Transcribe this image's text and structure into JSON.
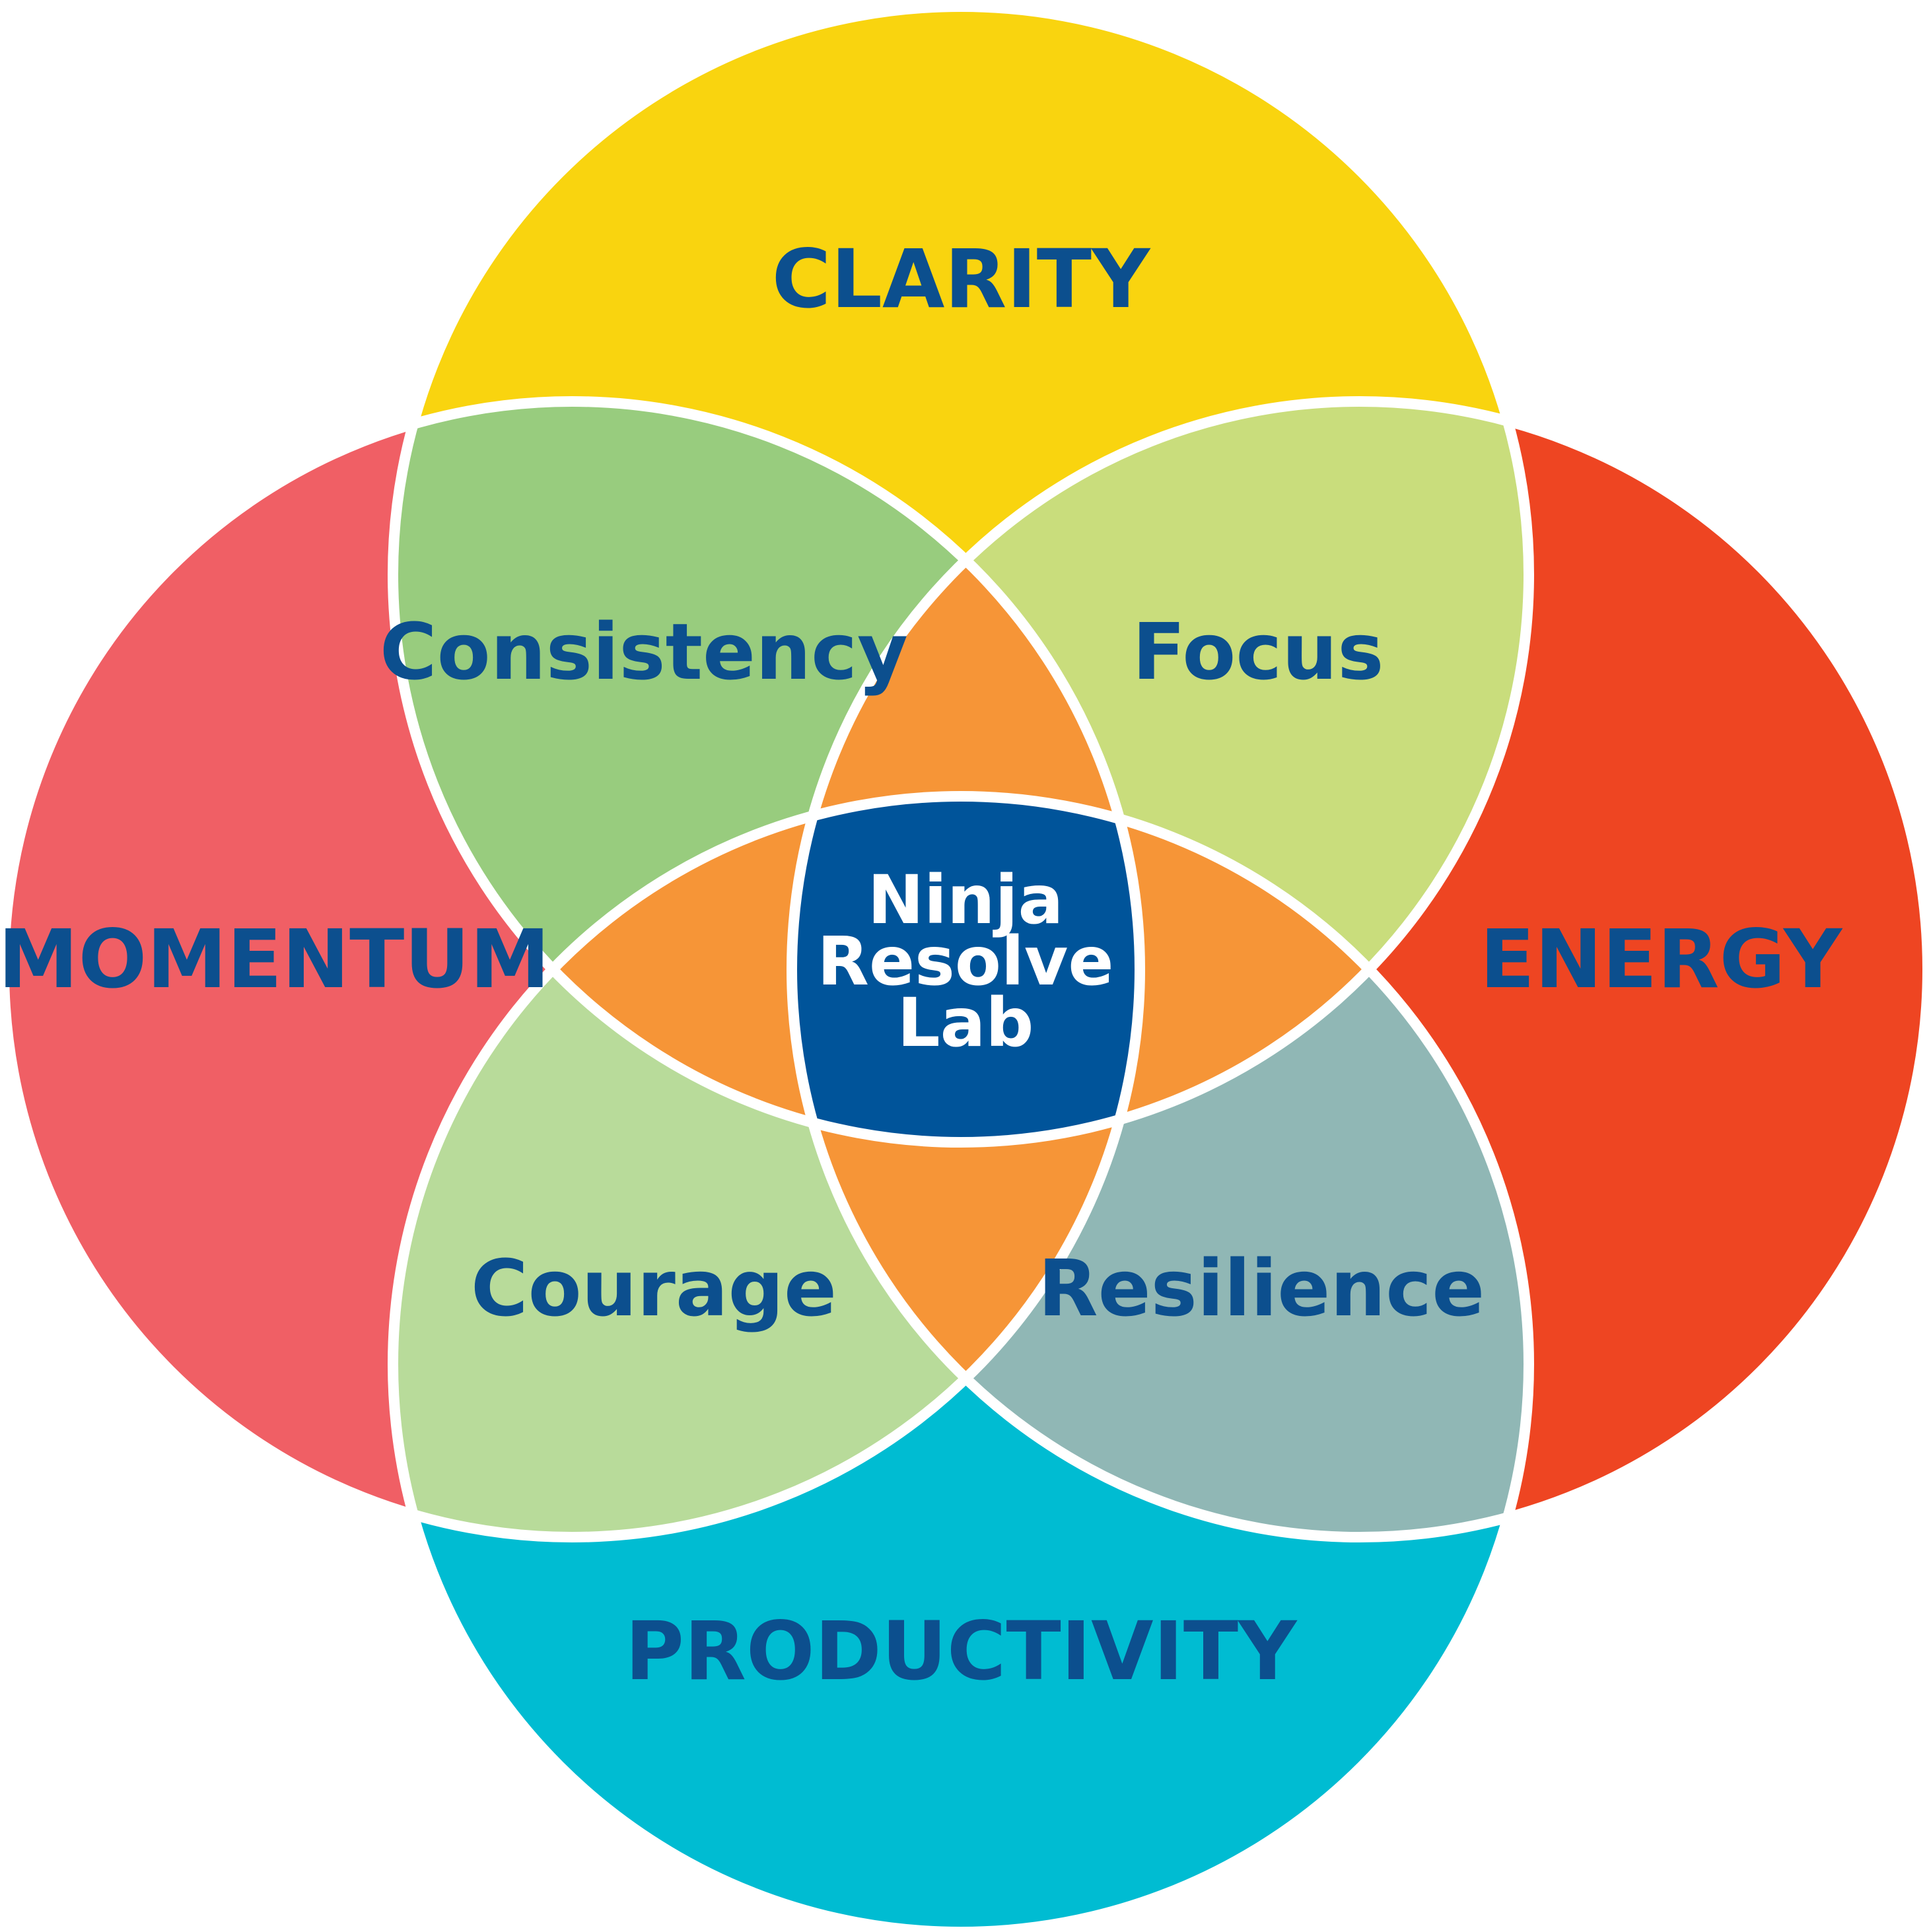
{
  "outer": {
    "top": "CLARITY",
    "left": "MOMENTUM",
    "right": "ENERGY",
    "bottom": "PRODUCTIVITY"
  },
  "overlaps": {
    "top_left": "Consistency",
    "top_right": "Focus",
    "bottom_left": "Courage",
    "bottom_right": "Resilience"
  },
  "center": [
    "Ninja",
    "Resolve",
    "Lab"
  ],
  "colors": {
    "clarity": "#F9D40F",
    "momentum": "#F05F65",
    "energy": "#EE4522",
    "productivity": "#00BCD2",
    "consistency": "#98CC7E",
    "focus": "#C9DD7C",
    "courage": "#B8DB9A",
    "resilience": "#90B7B5",
    "triple_overlap": "#F69537",
    "center_fill": "#00549A",
    "text_primary": "#0C4F8E",
    "text_center": "#FFFFFF",
    "stroke": "#FFFFFF"
  }
}
